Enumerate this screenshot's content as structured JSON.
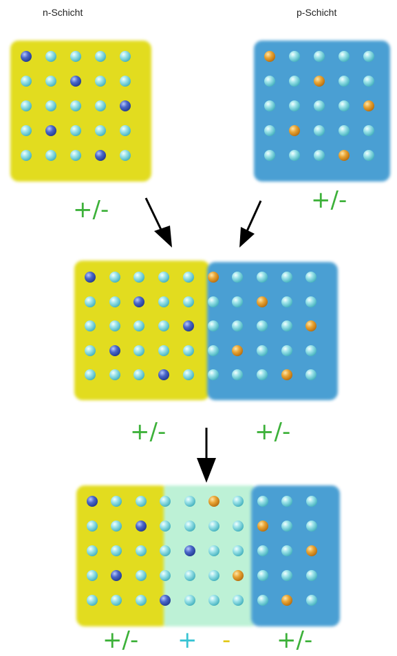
{
  "labels": {
    "n_layer": "n-Schicht",
    "p_layer": "p-Schicht"
  },
  "charges": {
    "n_top": "+/-",
    "p_top": "+/-",
    "n_mid": "+/-",
    "p_mid": "+/-",
    "n_bottom": "+/-",
    "depletion_plus": "+",
    "depletion_minus": "-",
    "p_bottom": "+/-"
  },
  "colors": {
    "n_region": "#e2dc1f",
    "p_region": "#4a9fd3",
    "depletion_region": "#bdf1d6",
    "charge_text": "#3db13a",
    "plus_text": "#39c4d3",
    "minus_text": "#e2c81a",
    "arrow": "#000000"
  },
  "grids": {
    "n_top": [
      "DHHHH",
      "HHDHH",
      "HHHHD",
      "HDHHH",
      "HHHDH"
    ],
    "p_top": [
      "AHHHH",
      "HHAHH",
      "HHHHA",
      "HAHHH",
      "HHHAH"
    ],
    "mid": [
      "DHHHHAHHHH",
      "HHDHHHHAHH",
      "HHHHDHHHHA",
      "HDHHHHAHHH",
      "HHHDHHHHAH"
    ],
    "bottom": [
      "DHHHHAHHHH",
      "HHDHHHHAHH",
      "HHHHDHHHHA",
      "HDHHHHAHHH",
      "HHHDHHHHAH"
    ]
  }
}
